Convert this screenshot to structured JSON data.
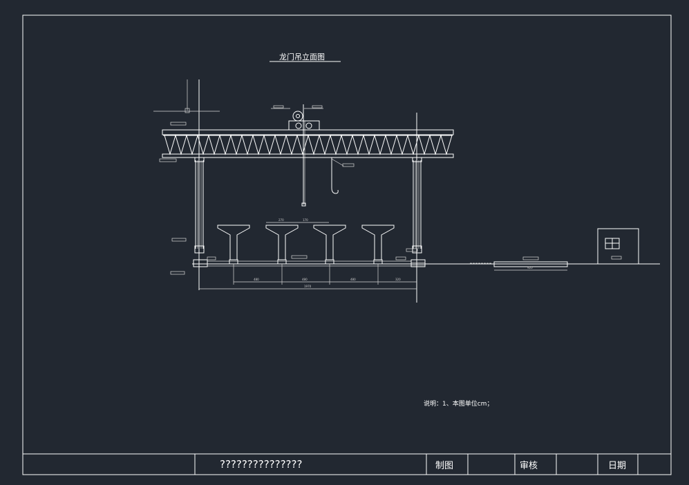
{
  "drawing": {
    "title": "龙门吊立面图",
    "note": "说明：1、本图单位cm；",
    "dimensions": {
      "span1": "480",
      "span2": "480",
      "span3": "480",
      "edge": "320",
      "total": "1970",
      "top_a": "270",
      "top_b": "170",
      "side": "920"
    }
  },
  "title_block": {
    "project_name": "???????????????",
    "drawn_by_label": "制图",
    "checked_by_label": "审核",
    "date_label": "日期"
  }
}
